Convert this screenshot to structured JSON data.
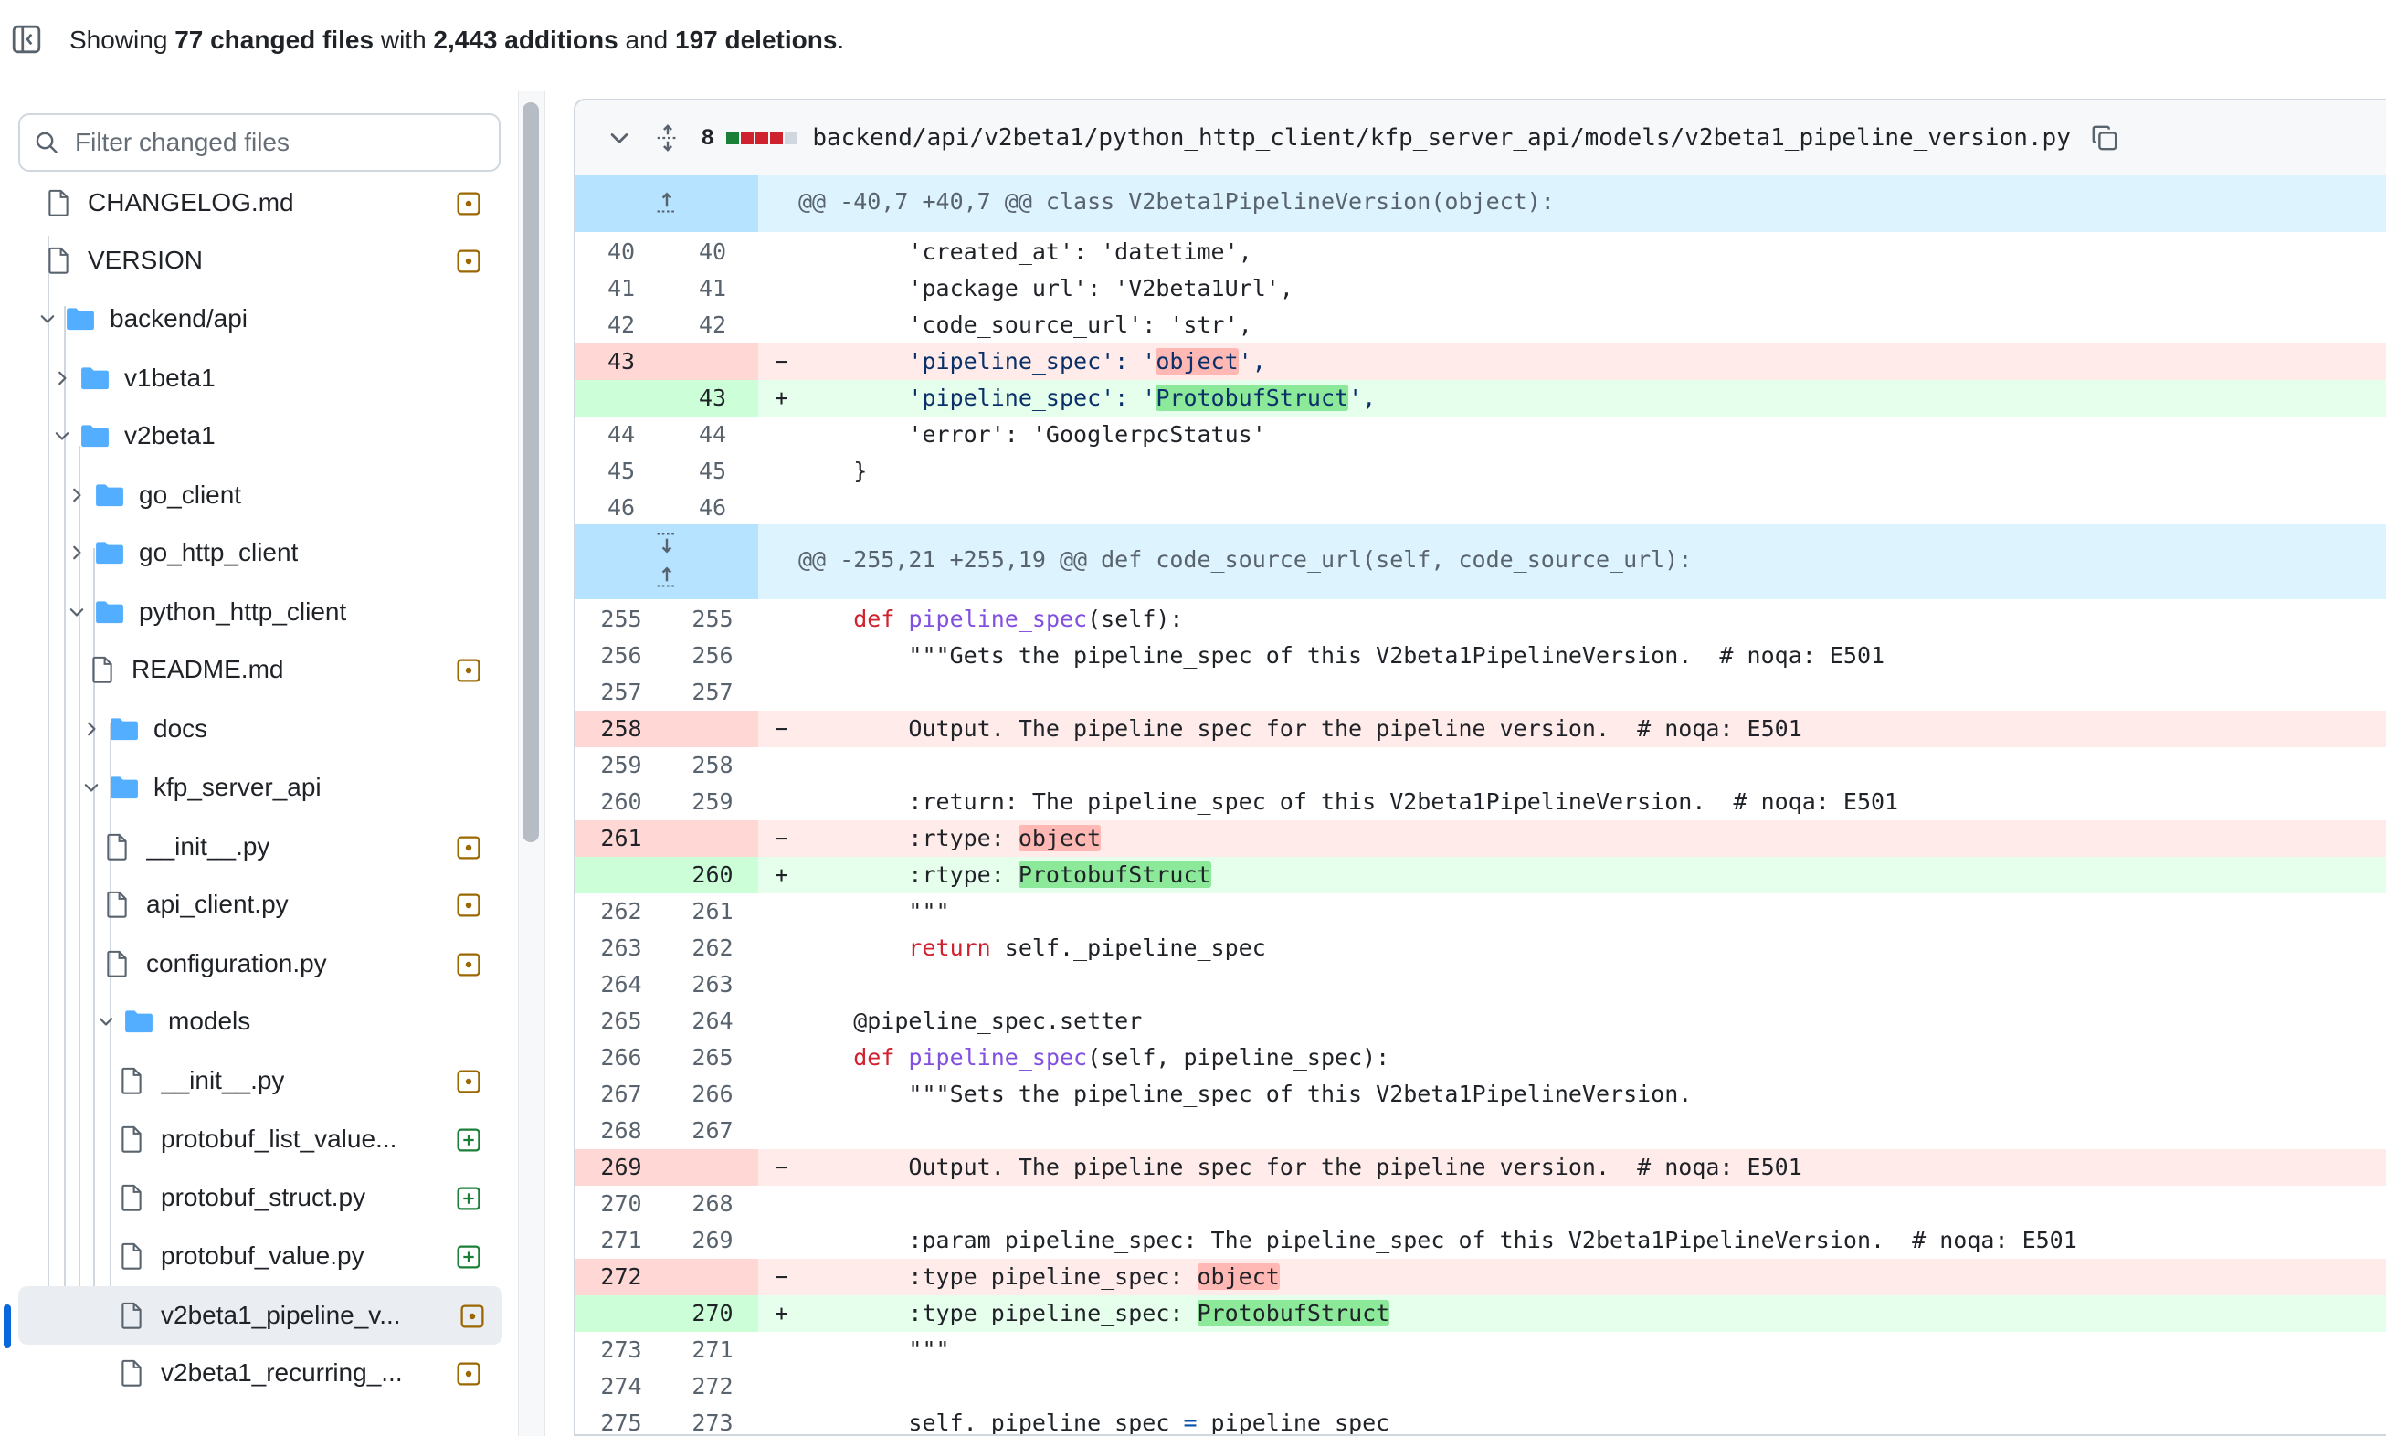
{
  "summary": {
    "prefix": "Showing ",
    "files": "77 changed files",
    "mid1": " with ",
    "additions": "2,443 additions",
    "mid2": " and ",
    "deletions": "197 deletions",
    "suffix": "."
  },
  "filter": {
    "placeholder": "Filter changed files"
  },
  "tree": [
    {
      "label": "CHANGELOG.md",
      "type": "file",
      "badge": "modified"
    },
    {
      "label": "VERSION",
      "type": "file",
      "badge": "modified"
    },
    {
      "label": "backend/api",
      "type": "folder",
      "expanded": true
    },
    {
      "label": "v1beta1",
      "type": "folder",
      "expanded": false
    },
    {
      "label": "v2beta1",
      "type": "folder",
      "expanded": true
    },
    {
      "label": "go_client",
      "type": "folder",
      "expanded": false
    },
    {
      "label": "go_http_client",
      "type": "folder",
      "expanded": false
    },
    {
      "label": "python_http_client",
      "type": "folder",
      "expanded": true
    },
    {
      "label": "README.md",
      "type": "file",
      "badge": "modified"
    },
    {
      "label": "docs",
      "type": "folder",
      "expanded": false
    },
    {
      "label": "kfp_server_api",
      "type": "folder",
      "expanded": true
    },
    {
      "label": "__init__.py",
      "type": "file",
      "badge": "modified"
    },
    {
      "label": "api_client.py",
      "type": "file",
      "badge": "modified"
    },
    {
      "label": "configuration.py",
      "type": "file",
      "badge": "modified"
    },
    {
      "label": "models",
      "type": "folder",
      "expanded": true
    },
    {
      "label": "__init__.py",
      "type": "file",
      "badge": "modified"
    },
    {
      "label": "protobuf_list_value...",
      "type": "file",
      "badge": "added"
    },
    {
      "label": "protobuf_struct.py",
      "type": "file",
      "badge": "added"
    },
    {
      "label": "protobuf_value.py",
      "type": "file",
      "badge": "added"
    },
    {
      "label": "v2beta1_pipeline_v...",
      "type": "file",
      "badge": "modified",
      "selected": true
    },
    {
      "label": "v2beta1_recurring_...",
      "type": "file",
      "badge": "modified"
    }
  ],
  "file": {
    "change_count": "8",
    "path": "backend/api/v2beta1/python_http_client/kfp_server_api/models/v2beta1_pipeline_version.py"
  },
  "hunks": [
    "@@ -40,7 +40,7 @@ class V2beta1PipelineVersion(object):",
    "@@ -255,21 +255,19 @@ def code_source_url(self, code_source_url):"
  ],
  "diff_lines_a": [
    {
      "o": "40",
      "n": "40",
      "t": "ctx",
      "code": "        'created_at': 'datetime',"
    },
    {
      "o": "41",
      "n": "41",
      "t": "ctx",
      "code": "        'package_url': 'V2beta1Url',"
    },
    {
      "o": "42",
      "n": "42",
      "t": "ctx",
      "code": "        'code_source_url': 'str',"
    },
    {
      "o": "43",
      "n": "",
      "t": "del",
      "pre": "        'pipeline_spec': '",
      "hl": "object",
      "post": "',"
    },
    {
      "o": "",
      "n": "43",
      "t": "add",
      "pre": "        'pipeline_spec': '",
      "hl": "ProtobufStruct",
      "post": "',"
    },
    {
      "o": "44",
      "n": "44",
      "t": "ctx",
      "code": "        'error': 'GooglerpcStatus'"
    },
    {
      "o": "45",
      "n": "45",
      "t": "ctx",
      "code": "    }"
    },
    {
      "o": "46",
      "n": "46",
      "t": "ctx",
      "code": ""
    }
  ],
  "diff_lines_b": [
    {
      "o": "255",
      "n": "255",
      "t": "ctx",
      "kind": "def",
      "kw": "def",
      "fn": "pipeline_spec",
      "rest": "(self):"
    },
    {
      "o": "256",
      "n": "256",
      "t": "ctx",
      "code": "        \"\"\"Gets the pipeline_spec of this V2beta1PipelineVersion.  # noqa: E501"
    },
    {
      "o": "257",
      "n": "257",
      "t": "ctx",
      "code": ""
    },
    {
      "o": "258",
      "n": "",
      "t": "del",
      "code": "        Output. The pipeline spec for the pipeline version.  # noqa: E501"
    },
    {
      "o": "259",
      "n": "258",
      "t": "ctx",
      "code": ""
    },
    {
      "o": "260",
      "n": "259",
      "t": "ctx",
      "code": "        :return: The pipeline_spec of this V2beta1PipelineVersion.  # noqa: E501"
    },
    {
      "o": "261",
      "n": "",
      "t": "del",
      "pre": "        :rtype: ",
      "hl": "object",
      "post": ""
    },
    {
      "o": "",
      "n": "260",
      "t": "add",
      "pre": "        :rtype: ",
      "hl": "ProtobufStruct",
      "post": ""
    },
    {
      "o": "262",
      "n": "261",
      "t": "ctx",
      "code": "        \"\"\""
    },
    {
      "o": "263",
      "n": "262",
      "t": "ctx",
      "kind": "return",
      "kw": "return",
      "rest": " self._pipeline_spec"
    },
    {
      "o": "264",
      "n": "263",
      "t": "ctx",
      "code": ""
    },
    {
      "o": "265",
      "n": "264",
      "t": "ctx",
      "kind": "deco",
      "code": "    @pipeline_spec.setter"
    },
    {
      "o": "266",
      "n": "265",
      "t": "ctx",
      "kind": "def",
      "kw": "def",
      "fn": "pipeline_spec",
      "rest": "(self, pipeline_spec):"
    },
    {
      "o": "267",
      "n": "266",
      "t": "ctx",
      "code": "        \"\"\"Sets the pipeline_spec of this V2beta1PipelineVersion."
    },
    {
      "o": "268",
      "n": "267",
      "t": "ctx",
      "code": ""
    },
    {
      "o": "269",
      "n": "",
      "t": "del",
      "code": "        Output. The pipeline spec for the pipeline version.  # noqa: E501"
    },
    {
      "o": "270",
      "n": "268",
      "t": "ctx",
      "code": ""
    },
    {
      "o": "271",
      "n": "269",
      "t": "ctx",
      "code": "        :param pipeline_spec: The pipeline_spec of this V2beta1PipelineVersion.  # noqa: E501"
    },
    {
      "o": "272",
      "n": "",
      "t": "del",
      "pre": "        :type pipeline_spec: ",
      "hl": "object",
      "post": ""
    },
    {
      "o": "",
      "n": "270",
      "t": "add",
      "pre": "        :type pipeline_spec: ",
      "hl": "ProtobufStruct",
      "post": ""
    },
    {
      "o": "273",
      "n": "271",
      "t": "ctx",
      "code": "        \"\"\""
    },
    {
      "o": "274",
      "n": "272",
      "t": "ctx",
      "code": ""
    },
    {
      "o": "275",
      "n": "273",
      "t": "ctx",
      "kind": "assign",
      "pre": "        self._pipeline_spec ",
      "op": "=",
      "post": " pipeline_spec"
    }
  ],
  "colors": {
    "accent": "#0969da",
    "del_bg": "#ffebe9",
    "add_bg": "#e6ffec",
    "hunk_bg": "#ddf4ff",
    "folder": "#54aeff",
    "badge_modified": "#9a6700",
    "badge_added": "#1a7f37"
  }
}
